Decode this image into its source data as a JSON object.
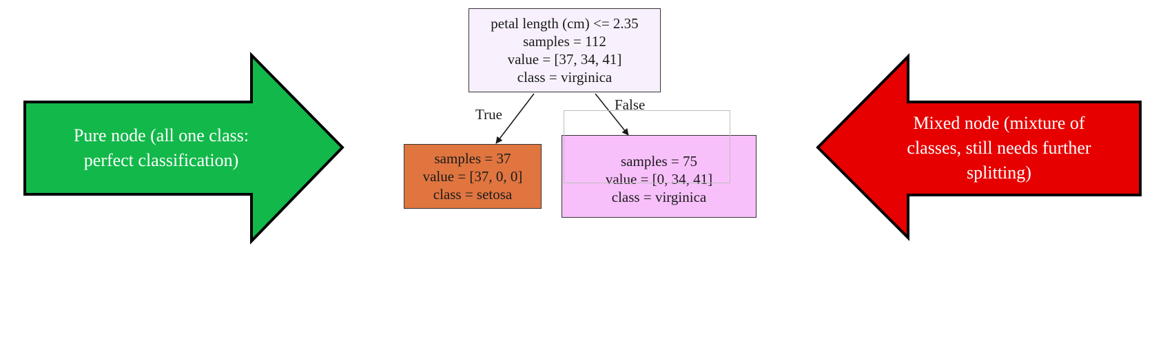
{
  "root": {
    "lines": [
      "petal length (cm) <= 2.35",
      "samples = 112",
      "value = [37, 34, 41]",
      "class = virginica"
    ],
    "fill": "#f8f1fd"
  },
  "left": {
    "lines": [
      "samples = 37",
      "value = [37, 0, 0]",
      "class = setosa"
    ],
    "fill": "#e07540"
  },
  "right": {
    "lines": [
      "samples = 75",
      "value = [0, 34, 41]",
      "class = virginica"
    ],
    "fill": "#f8c0fb"
  },
  "edges": {
    "true_label": "True",
    "false_label": "False"
  },
  "pure_arrow": {
    "lines": [
      "Pure node (all one class:",
      "perfect classification)"
    ],
    "color": "#12b84a"
  },
  "mixed_arrow": {
    "lines": [
      "Mixed node (mixture of",
      "classes, still needs further",
      "splitting)"
    ],
    "color": "#e60000"
  }
}
